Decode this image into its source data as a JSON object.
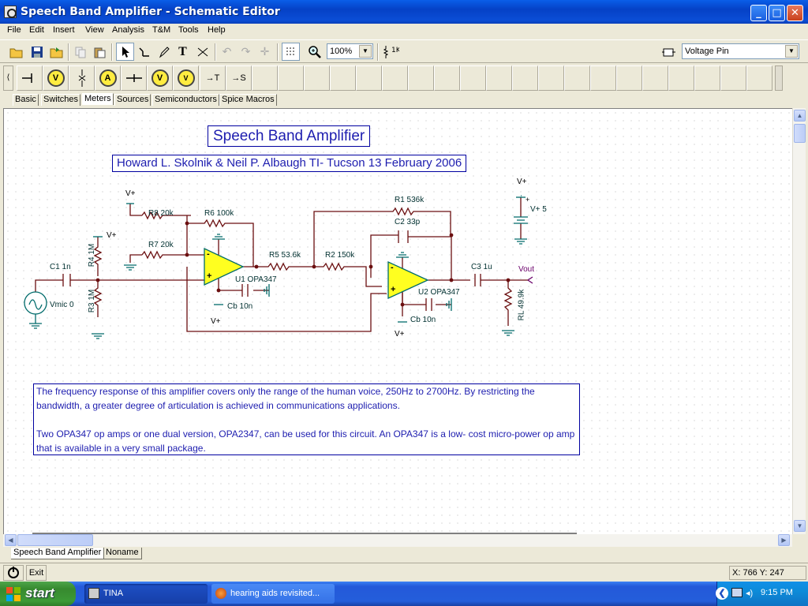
{
  "window": {
    "title": "Speech Band Amplifier - Schematic Editor",
    "controls": {
      "minimize": "_",
      "maximize": "□",
      "close": "✕"
    }
  },
  "menu": [
    "File",
    "Edit",
    "Insert",
    "View",
    "Analysis",
    "T&M",
    "Tools",
    "Help"
  ],
  "toolbar": {
    "zoom": "100%",
    "component_select": "Voltage Pin",
    "text_tool": "T",
    "resistor_value": "1K"
  },
  "component_buttons": {
    "ammeter": "A",
    "voltmeter": "V",
    "pin_t": "→T",
    "pin_s": "→S"
  },
  "component_tabs": [
    "Basic",
    "Switches",
    "Meters",
    "Sources",
    "Semiconductors",
    "Spice Macros"
  ],
  "schematic": {
    "title": "Speech Band Amplifier",
    "authors": "Howard L. Skolnik & Neil P. Albaugh  TI- Tucson  13 February 2006",
    "labels": {
      "vplus": "V+",
      "r8": "R8 20k",
      "r6": "R6 100k",
      "r7": "R7 20k",
      "r4": "R4 1M",
      "r3": "R3 1M",
      "c1": "C1 1n",
      "vmic": "Vmic 0",
      "u1": "U1 OPA347",
      "cb1": "Cb 10n",
      "r5": "R5 53.6k",
      "r2": "R2 150k",
      "r1": "R1 536k",
      "c2": "C2 33p",
      "u2": "U2 OPA347",
      "cb2": "Cb 10n",
      "c3": "C3 1u",
      "vout": "Vout",
      "rl": "RL 49.9k",
      "vsupply": "V+ 5",
      "plus": "+",
      "minus": "-"
    },
    "description": [
      "The frequency response of this amplifier covers only the range of the human voice, 250Hz to 2700Hz. By restricting the bandwidth, a greater degree of articulation is achieved in communications applications.",
      "Two OPA347 op amps or one dual version, OPA2347, can be used for this circuit. An OPA347 is a low- cost micro-power op amp that is available in a very small package."
    ]
  },
  "sheet_tabs": [
    "Speech Band Amplifier",
    "Noname"
  ],
  "status": {
    "exit": "Exit",
    "coords": "X: 766  Y: 247"
  },
  "taskbar": {
    "start": "start",
    "items": [
      "TINA",
      "hearing aids revisited..."
    ],
    "clock": "9:15 PM"
  },
  "colors": {
    "schematic_wire": "#6b0f10",
    "component": "#006b6b",
    "opamp_fill": "#ffff20",
    "title_text": "#1d1daf"
  }
}
